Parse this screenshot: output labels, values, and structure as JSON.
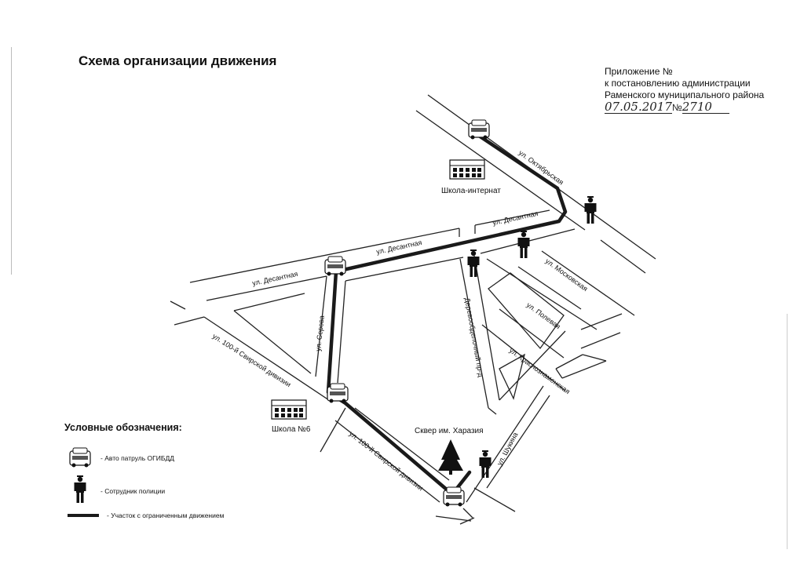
{
  "header": {
    "title": "Схема организации движения",
    "appendix_line1": "Приложение №",
    "appendix_line2": "к постановлению  администрации",
    "appendix_line3": "Раменского муниципального района",
    "appendix_date": "07.05.2017",
    "appendix_no_label": "№",
    "appendix_number": "2710"
  },
  "streets": {
    "oktyabrskaya": "ул. Октябрьская",
    "desantnaya_1": "ул. Десантная",
    "desantnaya_2": "ул. Десантная",
    "desantnaya_3": "ул. Десантная",
    "moskovskaya": "ул. Московская",
    "polevaya": "ул. Полевая",
    "krasnoznamenskaya": "ул. Краснознаменская",
    "derevoobdelochny": "Деревообделочный пр-д",
    "serova": "ул. Серова",
    "svirskoy_1": "ул. 100-й Свирской дивизии",
    "svirskoy_2": "ул. 100-й Свирской дивизии",
    "shukina": "ул. Шукина"
  },
  "places": {
    "school_internat": "Школа-интернат",
    "school_6": "Школа №6",
    "square": "Сквер им. Харазия"
  },
  "legend": {
    "title": "Условные обозначения:",
    "patrol": "- Авто патруль ОГИБДД",
    "officer": "- Сотрудник полиции",
    "restricted": "- Участок с ограниченным движением"
  },
  "icons": {
    "patrol": "car-icon",
    "officer": "police-officer-icon",
    "building": "school-building-icon",
    "tree": "fir-tree-icon"
  },
  "colors": {
    "route": "#1a1a1a",
    "roads": "#222222"
  }
}
